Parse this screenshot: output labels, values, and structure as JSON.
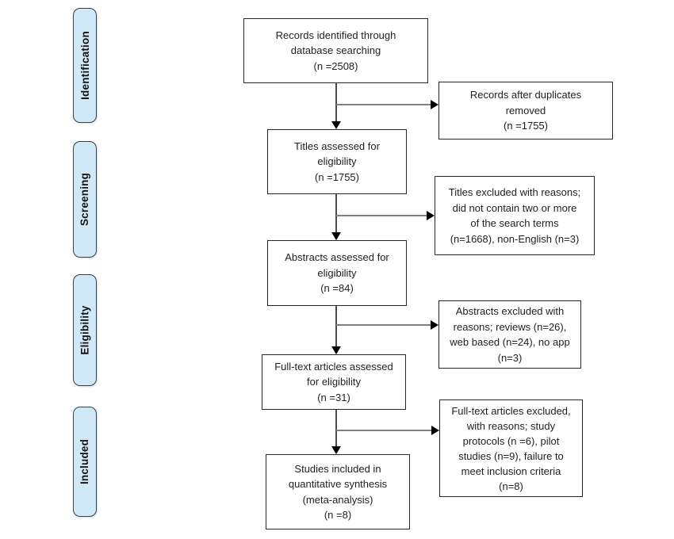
{
  "stages": [
    {
      "label": "Identification"
    },
    {
      "label": "Screening"
    },
    {
      "label": "Eligibility"
    },
    {
      "label": "Included"
    }
  ],
  "flow_boxes": [
    {
      "text": "Records identified through\ndatabase searching\n(n =2508)"
    },
    {
      "text": "Titles assessed for\neligibility\n(n =1755)"
    },
    {
      "text": "Abstracts assessed for\neligibility\n(n =84)"
    },
    {
      "text": "Full-text articles assessed\nfor eligibility\n(n =31)"
    },
    {
      "text": "Studies included in\nquantitative synthesis\n(meta-analysis)\n(n =8)"
    }
  ],
  "side_boxes": [
    {
      "text": "Records after duplicates\nremoved\n(n =1755)"
    },
    {
      "text": "Titles excluded with reasons;\ndid not contain two or more\nof the search terms\n(n=1668), non-English (n=3)"
    },
    {
      "text": "Abstracts excluded with\nreasons; reviews (n=26),\nweb based (n=24), no app\n(n=3)"
    },
    {
      "text": "Full-text articles excluded,\nwith reasons; study\nprotocols (n =6), pilot\nstudies (n=9), failure to\nmeet inclusion criteria\n(n=8)"
    }
  ],
  "colors": {
    "stage_fill": "#cfe9f9",
    "stage_border": "#3f3f3f",
    "box_border": "#262626",
    "line_vertical": "#4d4d4d",
    "line_horizontal": "#808080",
    "arrowhead": "#000000",
    "text": "#1f1f1f",
    "background": "#ffffff"
  }
}
